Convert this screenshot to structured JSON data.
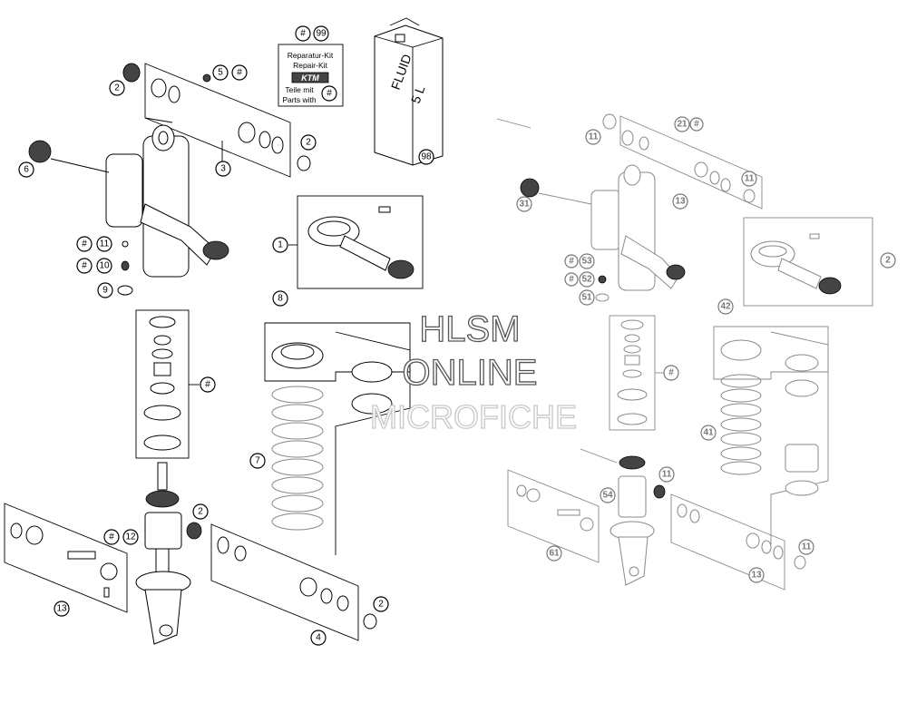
{
  "watermark": {
    "line1": "HLSM",
    "line2": "ONLINE",
    "line3": "MICROFICHE"
  },
  "repair_kit": {
    "line1": "Reparatur-Kit",
    "line2": "Repair-Kit",
    "logo": "KTM",
    "line3": "Teile mit",
    "line4": "Parts with",
    "hash": "#",
    "number": "99"
  },
  "fluid_can": {
    "label1": "FLUID",
    "label2": "5 L",
    "number": "98"
  },
  "callouts": {
    "c1": "1",
    "c2a": "2",
    "c2b": "2",
    "c2c": "2",
    "c2d": "2",
    "c3": "3",
    "c4": "4",
    "c5": "5",
    "c6": "6",
    "c7": "7",
    "c8": "8",
    "c9": "9",
    "c10": "10",
    "c11": "11",
    "c12": "12",
    "c13": "13",
    "hash": "#",
    "g2": "2",
    "g11a": "11",
    "g11b": "11",
    "g11c": "11",
    "g11d": "11",
    "g13a": "13",
    "g13b": "13",
    "g21": "21",
    "g31": "31",
    "g41": "41",
    "g42": "42",
    "g51": "51",
    "g52": "52",
    "g53": "53",
    "g54": "54",
    "g61": "61"
  }
}
